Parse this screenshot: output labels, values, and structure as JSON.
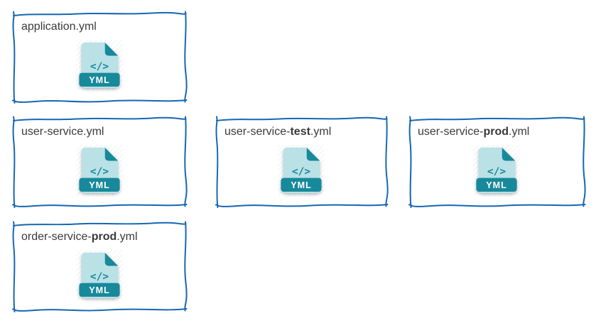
{
  "colors": {
    "border_blue": "#1566b5",
    "text": "#3a3a3a",
    "icon_body": "#b9e1e6",
    "icon_accent": "#17899b",
    "banner_text": "#ffffff"
  },
  "icon": {
    "name": "yml-file-icon",
    "code_glyph": "</>",
    "banner_label": "YML"
  },
  "cards": [
    {
      "id": "application-yml",
      "label_prefix": "application.yml",
      "label_bold": "",
      "label_suffix": ""
    },
    {
      "id": "user-service-yml",
      "label_prefix": "user-service.yml",
      "label_bold": "",
      "label_suffix": ""
    },
    {
      "id": "user-service-test-yml",
      "label_prefix": "user-service-",
      "label_bold": "test",
      "label_suffix": ".yml"
    },
    {
      "id": "user-service-prod-yml",
      "label_prefix": "user-service-",
      "label_bold": "prod",
      "label_suffix": ".yml"
    },
    {
      "id": "order-service-prod-yml",
      "label_prefix": "order-service-",
      "label_bold": "prod",
      "label_suffix": ".yml"
    }
  ]
}
